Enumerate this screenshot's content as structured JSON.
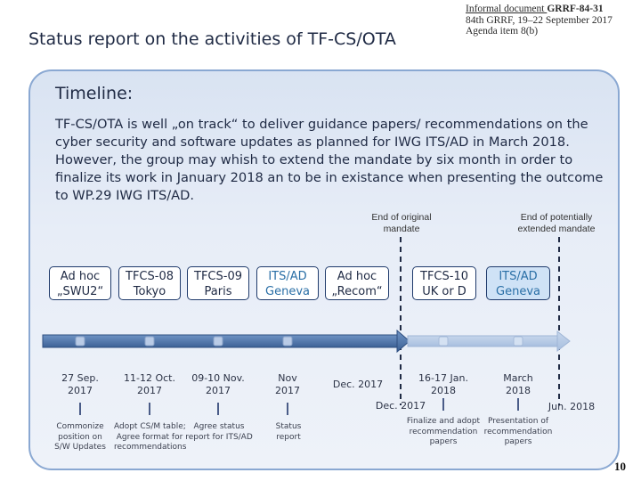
{
  "header": {
    "title": "Status report on the activities of TF-CS/OTA",
    "doc_line1_prefix": "Informal document ",
    "doc_line1_code": "GRRF-84-31",
    "doc_line2": "84th GRRF, 19–22 September 2017",
    "doc_line3": "Agenda item 8(b)"
  },
  "content": {
    "heading": "Timeline:",
    "paragraph": "TF-CS/OTA is well „on track“ to deliver guidance papers/ recommendations on the cyber security and software updates as planned for IWG ITS/AD in March 2018. However, the group may whish to extend the mandate by six month in order to finalize its work in January 2018 an to be in existance when presenting the outcome to WP.29 IWG ITS/AD."
  },
  "timeline": {
    "end_original": "End of original mandate",
    "end_extended": "End of potentially extended mandate",
    "events": [
      {
        "label_l1": "Ad hoc",
        "label_l2": "„SWU2“",
        "date_l1": "27 Sep.",
        "date_l2": "2017",
        "desc": [
          "Commonize",
          "position on",
          "S/W Updates"
        ]
      },
      {
        "label_l1": "TFCS-08",
        "label_l2": "Tokyo",
        "date_l1": "11-12 Oct.",
        "date_l2": "2017",
        "desc": [
          "Adopt CS/M table;",
          "Agree format for",
          "recommendations"
        ]
      },
      {
        "label_l1": "TFCS-09",
        "label_l2": "Paris",
        "date_l1": "09-10 Nov.",
        "date_l2": "2017",
        "desc": [
          "Agree status",
          "report for ITS/AD"
        ]
      },
      {
        "label_l1": "ITS/AD",
        "label_l2": "Geneva",
        "date_l1": "Nov",
        "date_l2": "2017",
        "desc": [
          "Status",
          "report"
        ]
      },
      {
        "label_l1": "Ad hoc",
        "label_l2": "„Recom“",
        "date_l1": "Dec. 2017",
        "date_l2": ""
      },
      {
        "label_l1": "TFCS-10",
        "label_l2": "UK or D",
        "date_l1": "16-17 Jan.",
        "date_l2": "2018",
        "desc": [
          "Finalize and adopt",
          "recommendation",
          "papers"
        ]
      },
      {
        "label_l1": "ITS/AD",
        "label_l2": "Geneva",
        "date_l1": "March",
        "date_l2": "2018",
        "desc": [
          "Presentation of",
          "recommendation",
          "papers"
        ]
      }
    ],
    "marker_dec": "Dec. 2017",
    "marker_jun": "Jun. 2018"
  },
  "footer": {
    "page_number": "10"
  }
}
